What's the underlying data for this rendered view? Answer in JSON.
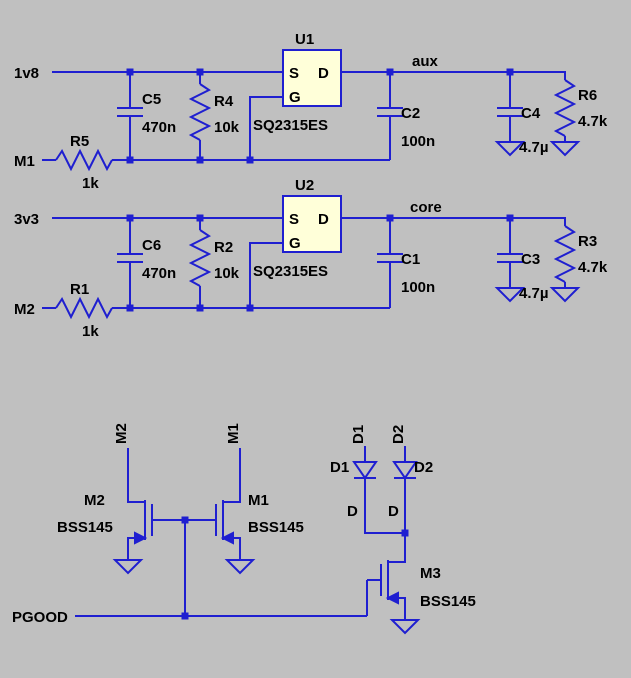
{
  "colors": {
    "background": "#c0c0c0",
    "wire": "#1f1fd0",
    "text": "#000000",
    "box_fill": "#ffffd9"
  },
  "rail_aux": {
    "input_net": "1v8",
    "output_net": "aux",
    "sense_net": "M1",
    "c5": {
      "ref": "C5",
      "value": "470n"
    },
    "r4": {
      "ref": "R4",
      "value": "10k"
    },
    "r5": {
      "ref": "R5",
      "value": "1k"
    },
    "u1": {
      "ref": "U1",
      "part": "SQ2315ES",
      "pin_s": "S",
      "pin_d": "D",
      "pin_g": "G"
    },
    "c2": {
      "ref": "C2",
      "value": "100n"
    },
    "c4": {
      "ref": "C4",
      "value": "4.7µ"
    },
    "r6": {
      "ref": "R6",
      "value": "4.7k"
    }
  },
  "rail_core": {
    "input_net": "3v3",
    "output_net": "core",
    "sense_net": "M2",
    "c6": {
      "ref": "C6",
      "value": "470n"
    },
    "r2": {
      "ref": "R2",
      "value": "10k"
    },
    "r1": {
      "ref": "R1",
      "value": "1k"
    },
    "u2": {
      "ref": "U2",
      "part": "SQ2315ES",
      "pin_s": "S",
      "pin_d": "D",
      "pin_g": "G"
    },
    "c1": {
      "ref": "C1",
      "value": "100n"
    },
    "c3": {
      "ref": "C3",
      "value": "4.7µ"
    },
    "r3": {
      "ref": "R3",
      "value": "4.7k"
    }
  },
  "pgood": {
    "net": "PGOOD",
    "m2": {
      "ref": "M2",
      "part": "BSS145",
      "drain_net": "M2"
    },
    "m1": {
      "ref": "M1",
      "part": "BSS145",
      "drain_net": "M1"
    },
    "m3": {
      "ref": "M3",
      "part": "BSS145"
    },
    "d1": {
      "ref": "D1",
      "anode_net": "D1",
      "cathode_net": "D"
    },
    "d2": {
      "ref": "D2",
      "anode_net": "D2",
      "cathode_net": "D"
    }
  }
}
